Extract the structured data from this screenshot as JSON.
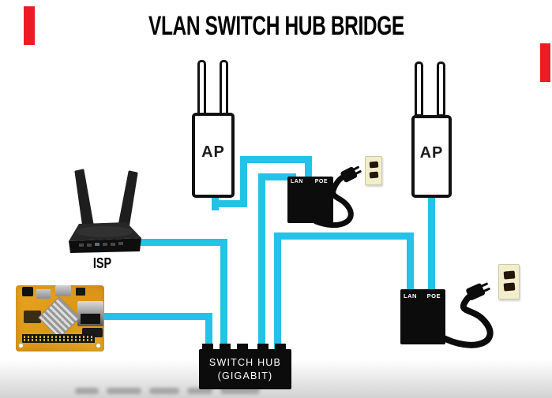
{
  "title": "VLAN SWITCH HUB BRIDGE",
  "devices": {
    "ap_left": {
      "label": "AP"
    },
    "ap_right": {
      "label": "AP"
    },
    "isp_router": {
      "label": "ISP"
    },
    "switch_hub": {
      "line1": "SWITCH HUB",
      "line2": "(GIGABIT)"
    },
    "poe_injector_mid": {
      "lan": "LAN",
      "poe": "POE"
    },
    "poe_injector_right": {
      "lan": "LAN",
      "poe": "POE"
    }
  },
  "colors": {
    "cable_cyan": "#25c2e8",
    "device_black": "#0c0c0c",
    "outlet_ivory": "#f2eecb",
    "red_marker": "#ed1c24",
    "title_text": "#000000"
  },
  "icons": {
    "antenna": "rounded-bar-shape",
    "power-cord": "svg-curve",
    "power-plug": "svg-rect-with-prongs",
    "wall-outlet": "ivory-plate-two-slots",
    "router": "svg-two-antenna-router",
    "single-board-computer": "css-orange-pcb"
  }
}
